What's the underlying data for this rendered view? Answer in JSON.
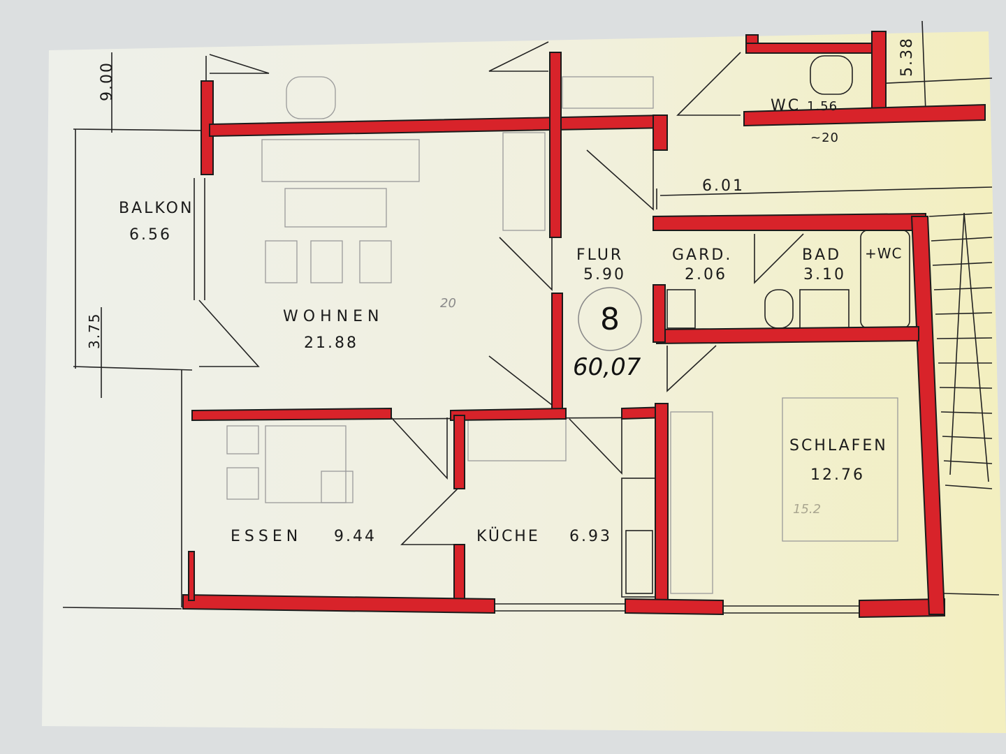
{
  "rooms": [
    {
      "name": "BALKON",
      "area": "6.56"
    },
    {
      "name": "WOHNEN",
      "area": "21.88"
    },
    {
      "name": "ESSEN",
      "area": "9.44"
    },
    {
      "name": "KÜCHE",
      "area": "6.93"
    },
    {
      "name": "FLUR",
      "area": "5.90"
    },
    {
      "name": "GARD.",
      "area": "2.06"
    },
    {
      "name": "BAD",
      "area": "3.10"
    },
    {
      "name": "+WC",
      "area": ""
    },
    {
      "name": "SCHLAFEN",
      "area": "12.76"
    },
    {
      "name": "WC",
      "area": "1.56"
    }
  ],
  "dimensions": {
    "top_left": "9.00",
    "left": "3.75",
    "top_right": "5.38",
    "hall": "6.01",
    "wall_thickness": "~20"
  },
  "unit_number": "8",
  "total_area": "60,07",
  "pencil_notes": [
    "20",
    "15.2"
  ],
  "colors": {
    "wall": "#d8232a",
    "paper": "#f2f0dc",
    "ink": "#1a1a1a"
  }
}
